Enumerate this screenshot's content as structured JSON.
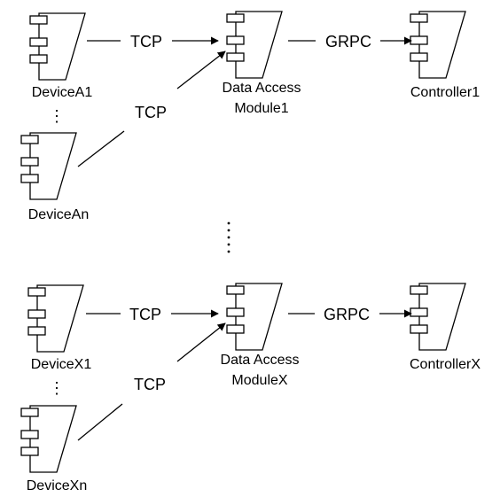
{
  "components": {
    "device_a1": {
      "label": "DeviceA1",
      "icon": "uml-component-icon"
    },
    "device_an": {
      "label": "DeviceAn",
      "icon": "uml-component-icon"
    },
    "dam1": {
      "label_line1": "Data Access",
      "label_line2": "Module1",
      "icon": "uml-component-icon"
    },
    "controller1": {
      "label": "Controller1",
      "icon": "uml-component-icon"
    },
    "device_x1": {
      "label": "DeviceX1",
      "icon": "uml-component-icon"
    },
    "device_xn": {
      "label": "DeviceXn",
      "icon": "uml-component-icon"
    },
    "damx": {
      "label_line1": "Data Access",
      "label_line2": "ModuleX",
      "icon": "uml-component-icon"
    },
    "controllerx": {
      "label": "ControllerX",
      "icon": "uml-component-icon"
    }
  },
  "edges": {
    "a1_to_dam1": "TCP",
    "an_to_dam1": "TCP",
    "dam1_to_controller1": "GRPC",
    "x1_to_damx": "TCP",
    "xn_to_damx": "TCP",
    "damx_to_controllerx": "GRPC"
  },
  "ellipses": {
    "devices_a": "⋮",
    "devices_x": "⋮",
    "groups": "⋮"
  },
  "colors": {
    "stroke": "#000000",
    "background": "#ffffff"
  }
}
